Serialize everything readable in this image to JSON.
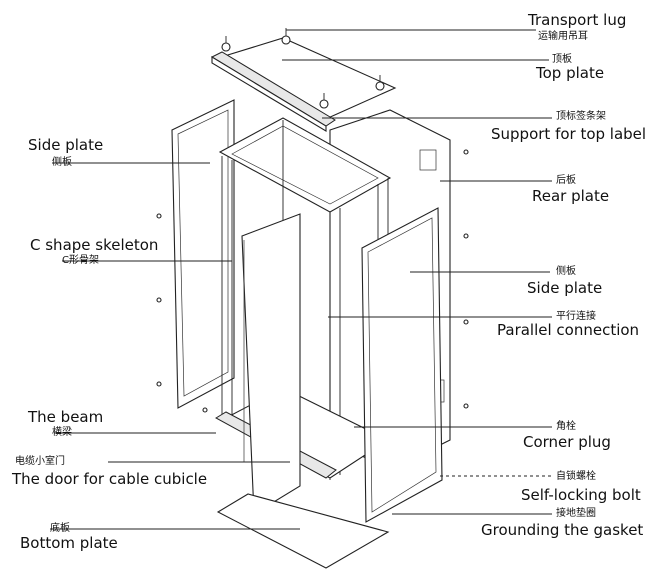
{
  "labels": {
    "transport_lug": {
      "en": "Transport lug",
      "zh": "运输用吊耳"
    },
    "top_plate": {
      "en": "Top plate",
      "zh": "顶板"
    },
    "support_top_label": {
      "en": "Support for top label",
      "zh": "顶标签条架"
    },
    "rear_plate": {
      "en": "Rear plate",
      "zh": "后板"
    },
    "side_plate_right": {
      "en": "Side plate",
      "zh": "侧板"
    },
    "parallel_connection": {
      "en": "Parallel connection",
      "zh": "平行连接"
    },
    "corner_plug": {
      "en": "Corner plug",
      "zh": "角栓"
    },
    "self_locking_bolt": {
      "en": "Self-locking bolt",
      "zh": "自锁螺栓"
    },
    "grounding_gasket": {
      "en": "Grounding the gasket",
      "zh": "接地垫圈"
    },
    "side_plate_left": {
      "en": "Side plate",
      "zh": "侧板"
    },
    "c_shape_skeleton": {
      "en": "C shape skeleton",
      "zh": "C形骨架"
    },
    "the_beam": {
      "en": "The beam",
      "zh": "横梁"
    },
    "cable_cubicle_door": {
      "en": "The door for cable cubicle",
      "zh": "电缆小室门"
    },
    "bottom_plate": {
      "en": "Bottom plate",
      "zh": "底板"
    }
  }
}
